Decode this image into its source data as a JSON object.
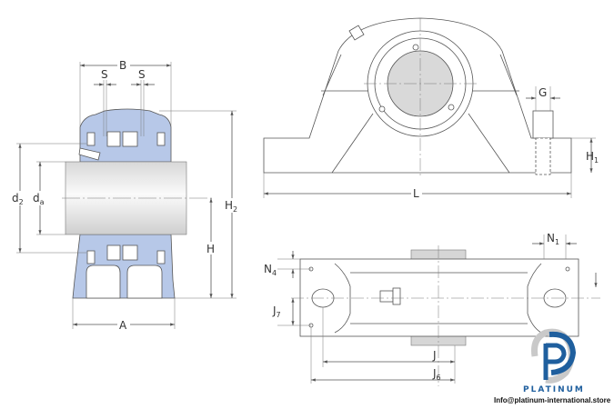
{
  "labels": {
    "B": {
      "main": "B"
    },
    "S1": {
      "main": "S"
    },
    "S2": {
      "main": "S"
    },
    "d2": {
      "main": "d",
      "sub": "2"
    },
    "da": {
      "main": "d",
      "sub": "a"
    },
    "H2": {
      "main": "H",
      "sub": "2"
    },
    "H": {
      "main": "H"
    },
    "A": {
      "main": "A"
    },
    "G": {
      "main": "G"
    },
    "H1": {
      "main": "H",
      "sub": "1"
    },
    "L": {
      "main": "L"
    },
    "N1": {
      "main": "N",
      "sub": "1"
    },
    "N4": {
      "main": "N",
      "sub": "4"
    },
    "J7": {
      "main": "J",
      "sub": "7"
    },
    "J": {
      "main": "J"
    },
    "J6": {
      "main": "J",
      "sub": "6"
    }
  },
  "logo": {
    "brand": "PLATINUM",
    "email": "Info@platinum-international.store"
  },
  "colors": {
    "housing": "#b7c8e8",
    "line": "#555555",
    "brand": "#1f5f9e"
  }
}
